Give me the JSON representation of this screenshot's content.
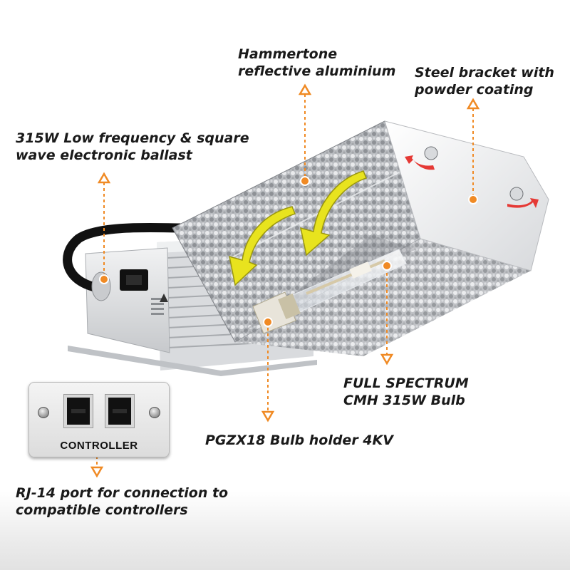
{
  "colors": {
    "accent_orange": "#f08a24",
    "flow_yellow": "#e6e020",
    "arrow_red": "#e53935"
  },
  "labels": {
    "reflector": [
      "Hammertone",
      "reflective aluminium"
    ],
    "bracket": [
      "Steel bracket with",
      "powder coating"
    ],
    "ballast": [
      "315W Low frequency & square",
      "wave electronic ballast"
    ],
    "bulb": [
      "FULL SPECTRUM",
      "CMH 315W Bulb"
    ],
    "holder": [
      "PGZX18 Bulb holder 4KV"
    ],
    "rj14": [
      "RJ-14 port for connection to",
      "compatible controllers"
    ]
  },
  "controller": {
    "label": "CONTROLLER",
    "ports": 2
  },
  "icons": {
    "pointer_head": "hollow-orange-triangle-icon",
    "pointer_dot": "orange-dot-icon",
    "flow": "yellow-curved-arrow-icon",
    "airflow": "red-curved-arrow-icon"
  }
}
